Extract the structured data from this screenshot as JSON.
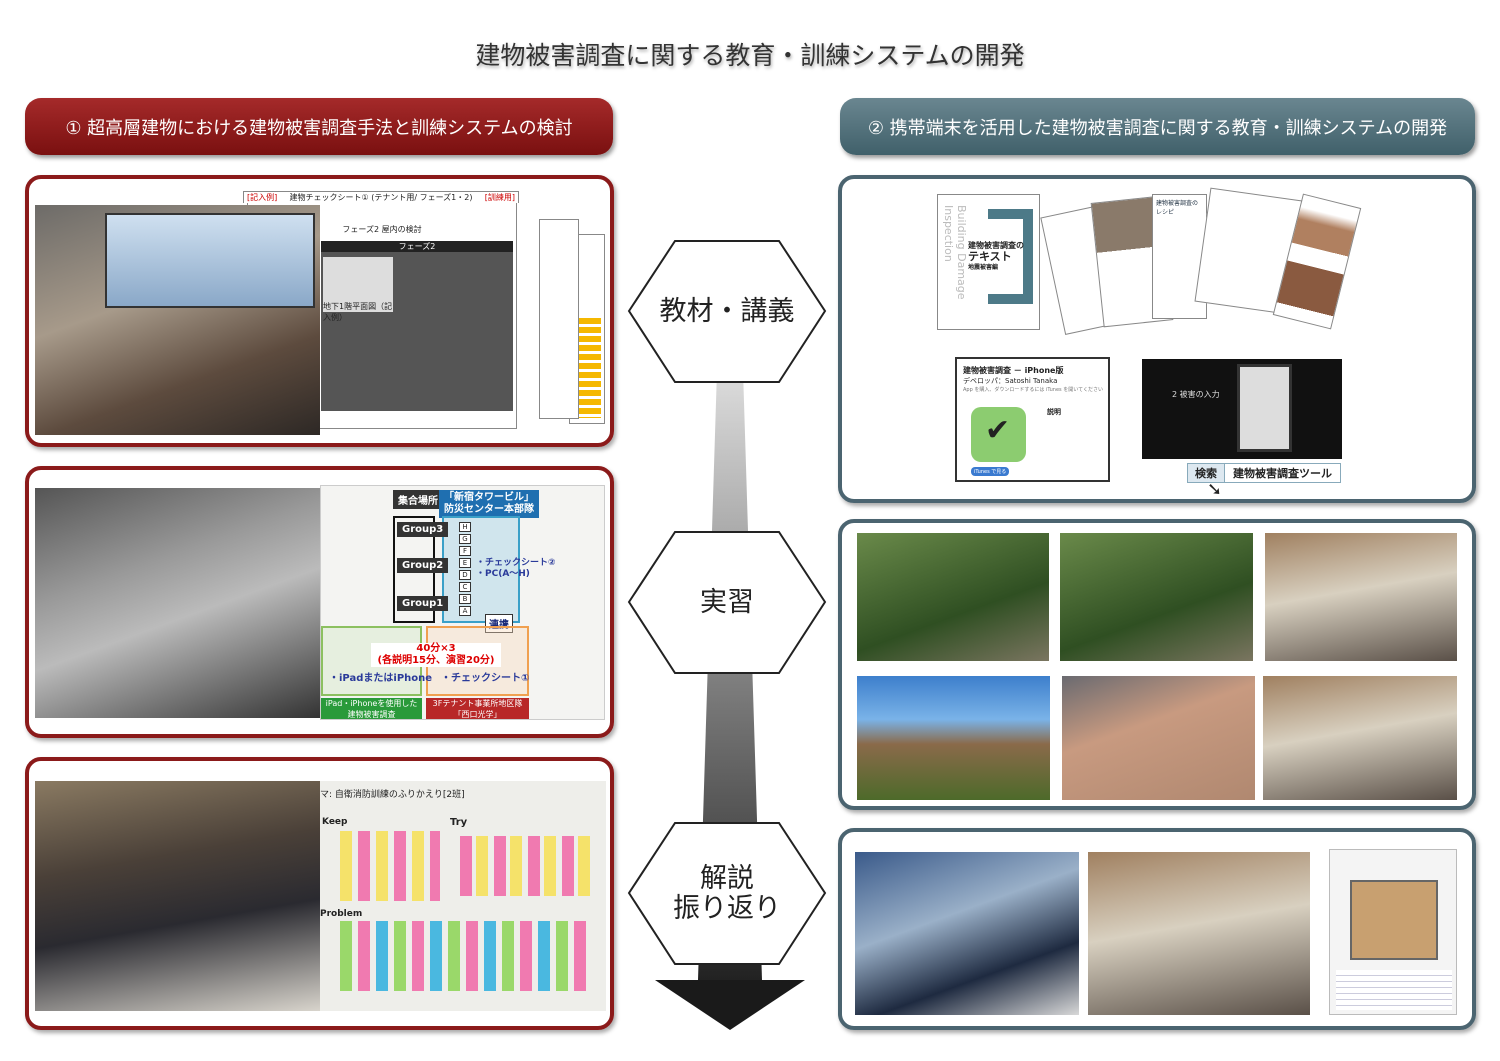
{
  "title": "建物被害調査に関する教育・訓練システムの開発",
  "left_header": "① 超高層建物における建物被害調査手法と訓練システムの検討",
  "right_header": "② 携帯端末を活用した建物被害調査に関する教育・訓練システムの開発",
  "stages": {
    "s1": "教材・講義",
    "s2": "実習",
    "s3a": "解説",
    "s3b": "振り返り"
  },
  "left1": {
    "sheet_title": "建物チェックシート① (テナント用/ フェーズ1・2)",
    "tag": "[訓練用]",
    "tag2": "[記入例]",
    "phase": "フェーズ2 屋内の検討",
    "phase_bar": "フェーズ2",
    "plan": "地下1階平面図（記入例）"
  },
  "left2": {
    "gather": "集合場所",
    "hq1": "「新宿タワービル」",
    "hq2": "防災センター本部隊",
    "g3": "Group3",
    "g2": "Group2",
    "g1": "Group1",
    "check2": "・チェックシート②",
    "pc": "・PC(A～H)",
    "link": "連携",
    "time1": "40分×3",
    "time2": "(各説明15分、演習20分)",
    "ipad": "・iPadまたはiPhone",
    "check1": "・チェックシート①",
    "green1": "iPad・iPhoneを使用した",
    "green2": "建物被害調査",
    "red1": "3Fテナント事業所地区隊",
    "red2": "「西口光学」",
    "rooms": [
      "H",
      "G",
      "F",
      "E",
      "D",
      "C",
      "B",
      "A"
    ]
  },
  "left3": {
    "board_title": "マ: 自衛消防訓練のふりかえり[2班]",
    "keep": "Keep",
    "try": "Try",
    "problem": "Problem"
  },
  "right1": {
    "book_spine": "Building Damage Inspection",
    "book_title1": "建物被害調査の",
    "book_title2": "テキスト",
    "book_sub": "地震被害編",
    "doc_title": "建物被害調査のレシピ",
    "app_title": "建物被害調査 － iPhone版",
    "app_dev": "デベロッパ：Satoshi Tanaka",
    "app_note": "App を購入、ダウンロードするには iTunes を開いてください",
    "app_desc": "説明",
    "app_btn": "iTunes で見る",
    "video_caption": "2 被害の入力",
    "search_label": "検索",
    "search_query": "建物被害調査ツール"
  }
}
